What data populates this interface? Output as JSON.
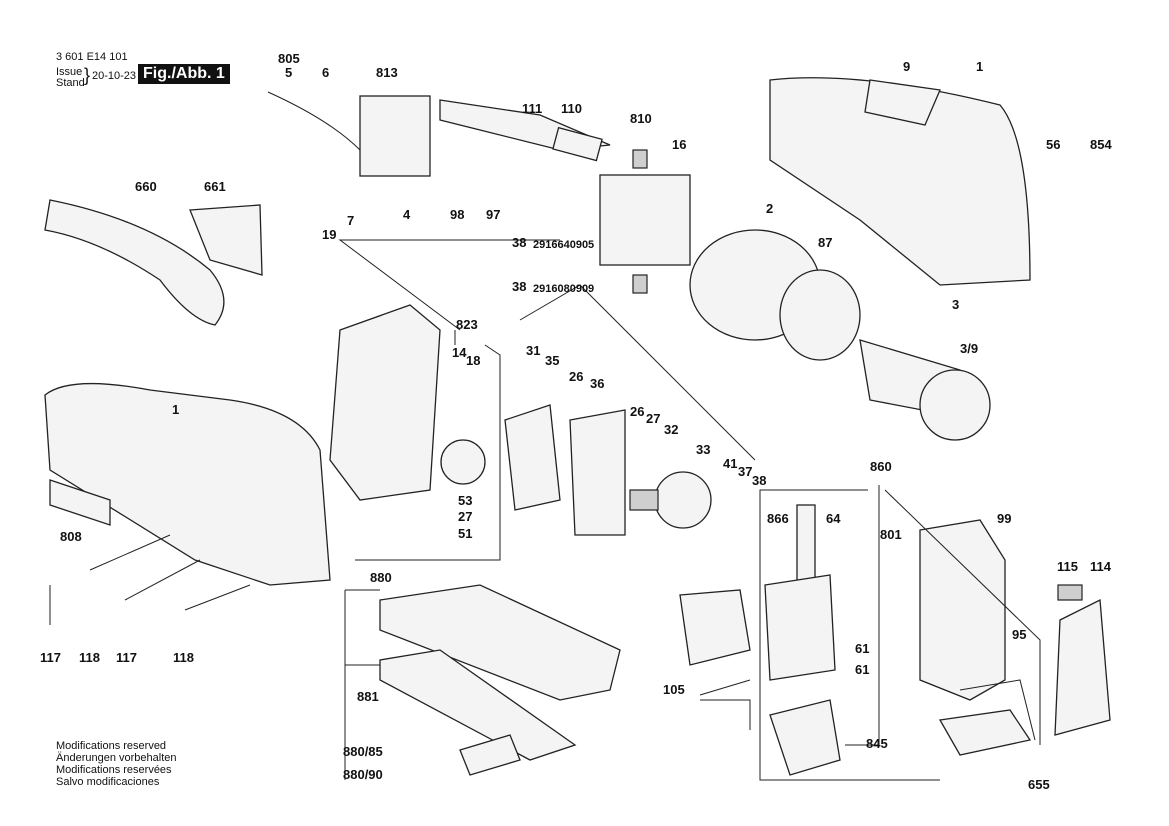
{
  "header": {
    "doc_number": "3 601 E14 101",
    "issue_label_1": "Issue",
    "issue_label_2": "Stand",
    "issue_date": "20-10-23",
    "figure": "Fig./Abb. 1"
  },
  "labels": [
    "805",
    "5",
    "6",
    "813",
    "111",
    "110",
    "9",
    "1",
    "810",
    "16",
    "56",
    "854",
    "660",
    "661",
    "7",
    "4",
    "98",
    "97",
    "19",
    "2",
    "38",
    "2916640905",
    "38",
    "2916080909",
    "87",
    "3",
    "3/9",
    "823",
    "14",
    "18",
    "31",
    "35",
    "26",
    "36",
    "26",
    "27",
    "32",
    "33",
    "41",
    "37",
    "38",
    "1",
    "808",
    "53",
    "27",
    "51",
    "860",
    "866",
    "64",
    "801",
    "99",
    "115",
    "114",
    "117",
    "118",
    "117",
    "118",
    "880",
    "881",
    "880/85",
    "880/90",
    "105",
    "61",
    "61",
    "95",
    "845",
    "655"
  ],
  "footer": [
    "Modifications reserved",
    "Änderungen vorbehalten",
    "Modifications reservées",
    "Salvo modificaciones"
  ]
}
